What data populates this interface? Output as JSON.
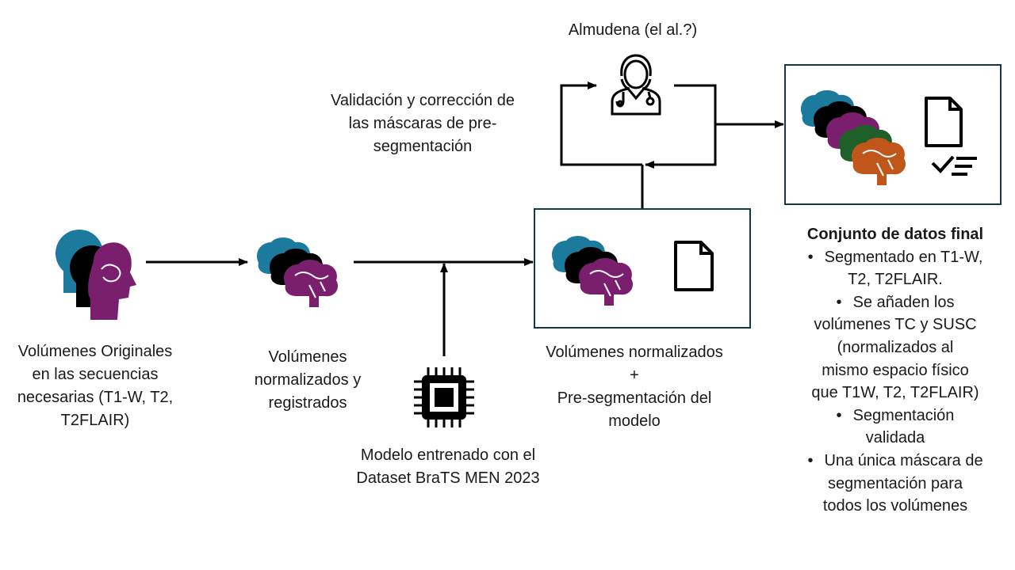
{
  "colors": {
    "teal": "#1c7a9c",
    "black": "#000000",
    "purple": "#7a1f6e",
    "green": "#1e5f2a",
    "orange": "#c0561a",
    "box_border": "#123a44"
  },
  "icons": {
    "heads": "brain-head-stack-icon",
    "brains": "brain-stack-icon",
    "doc": "document-icon",
    "chip": "chip-icon",
    "doctor": "doctor-icon",
    "checklist": "checklist-icon"
  },
  "labels": {
    "original": "Volúmenes Originales\nen las secuencias\nnecesarias (T1-W, T2,\nT2FLAIR)",
    "normalized_registered": "Volúmenes\nnormalizados y\nregistrados",
    "model": "Modelo entrenado con el\nDataset BraTS MEN 2023",
    "normalized_plus_preseg": "Volúmenes normalizados\n+\nPre-segmentación del\nmodelo",
    "validation": "Validación y corrección de\nlas máscaras de pre-\nsegmentación",
    "reviewer": "Almudena (el al.?)"
  },
  "final_dataset": {
    "title": "Conjunto de datos final",
    "bullets": [
      "Segmentado en T1-W,\nT2, T2FLAIR.",
      "Se añaden los\nvolúmenes TC y SUSC\n(normalizados al\nmismo espacio físico\nque T1W, T2, T2FLAIR)",
      "Segmentación\nvalidada",
      "Una única máscara de\nsegmentación para\ntodos los volúmenes"
    ]
  }
}
